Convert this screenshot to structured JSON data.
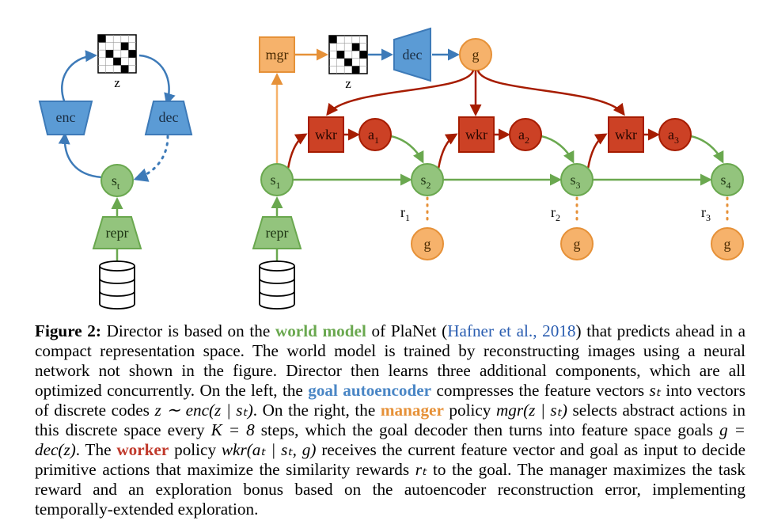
{
  "figure": {
    "left": {
      "enc": "enc",
      "dec": "dec",
      "z": "z",
      "s_base": "s",
      "s_sub": "t",
      "repr": "repr"
    },
    "right": {
      "mgr": "mgr",
      "dec": "dec",
      "z": "z",
      "g": "g",
      "wkr": "wkr",
      "a": "a",
      "s": "s",
      "r": "r",
      "state_indices": [
        "1",
        "2",
        "3",
        "4"
      ],
      "action_indices": [
        "1",
        "2",
        "3"
      ],
      "reward_indices": [
        "1",
        "2",
        "3"
      ],
      "repr": "repr"
    },
    "colors": {
      "green_fill": "#93c47d",
      "green_stroke": "#6aa84f",
      "blue_fill": "#5b9bd5",
      "blue_stroke": "#3d7ab8",
      "orange_fill": "#f6b26b",
      "orange_stroke": "#e69138",
      "red_fill": "#cc4125",
      "red_stroke": "#a61c00"
    }
  },
  "caption": {
    "label": "Figure 2:",
    "t1": " Director is based on the ",
    "world_model": "world model",
    "t2": " of PlaNet (",
    "citation": "Hafner et al., 2018",
    "t3": ") that predicts ahead in a compact representation space. The world model is trained by reconstructing images using a neural network not shown in the figure. Director then learns three additional components, which are all optimized concurrently. On the left, the ",
    "goal_autoencoder": "goal autoencoder",
    "t4": " compresses the feature vectors ",
    "m1": "sₜ",
    "t5": " into vectors of discrete codes ",
    "m2": "z ∼ enc(z | sₜ)",
    "t6": ". On the right, the ",
    "manager": "manager",
    "t7": " policy ",
    "m3": "mgr(z | sₜ)",
    "t8": " selects abstract actions in this discrete space every ",
    "m4": "K = 8",
    "t9": " steps, which the goal decoder then turns into feature space goals ",
    "m5": "g = dec(z)",
    "t10": ". The ",
    "worker": "worker",
    "t11": " policy ",
    "m6": "wkr(aₜ | sₜ, g)",
    "t12": " receives the current feature vector and goal as input to decide primitive actions that maximize the similarity rewards ",
    "m7": "rₜ",
    "t13": " to the goal. The manager maximizes the task reward and an exploration bonus based on the autoencoder reconstruction error, implementing temporally-extended exploration."
  }
}
